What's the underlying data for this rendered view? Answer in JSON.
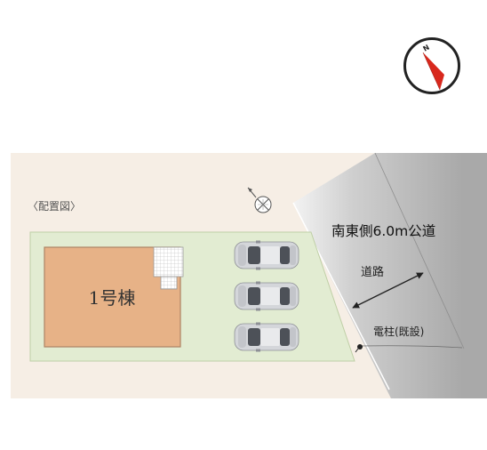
{
  "colors": {
    "beige_background": "#f6eee5",
    "lot_green": "#e2ecd2",
    "lot_border": "#bfcfa6",
    "building_fill": "#e7b287",
    "building_border": "#ad8363",
    "road_dark": "#a9a9a9",
    "road_light": "#f3f3f3",
    "compass_red": "#d8281d",
    "dimension_arrow": "#222222"
  },
  "icons": {
    "compass": "north-arrow-compass-icon",
    "small_compass": "crossed-circle-compass-icon",
    "utility_pole": "utility-pole-icon",
    "car": "car-icon"
  },
  "compass": {
    "label": "N"
  },
  "legend": {
    "title": "〈配置図〉"
  },
  "building": {
    "label": "1号棟"
  },
  "road": {
    "title": "南東側6.0m公道",
    "label": "道路"
  },
  "utility_pole": {
    "label": "電柱(既設)"
  },
  "parking": {
    "count": 3
  }
}
